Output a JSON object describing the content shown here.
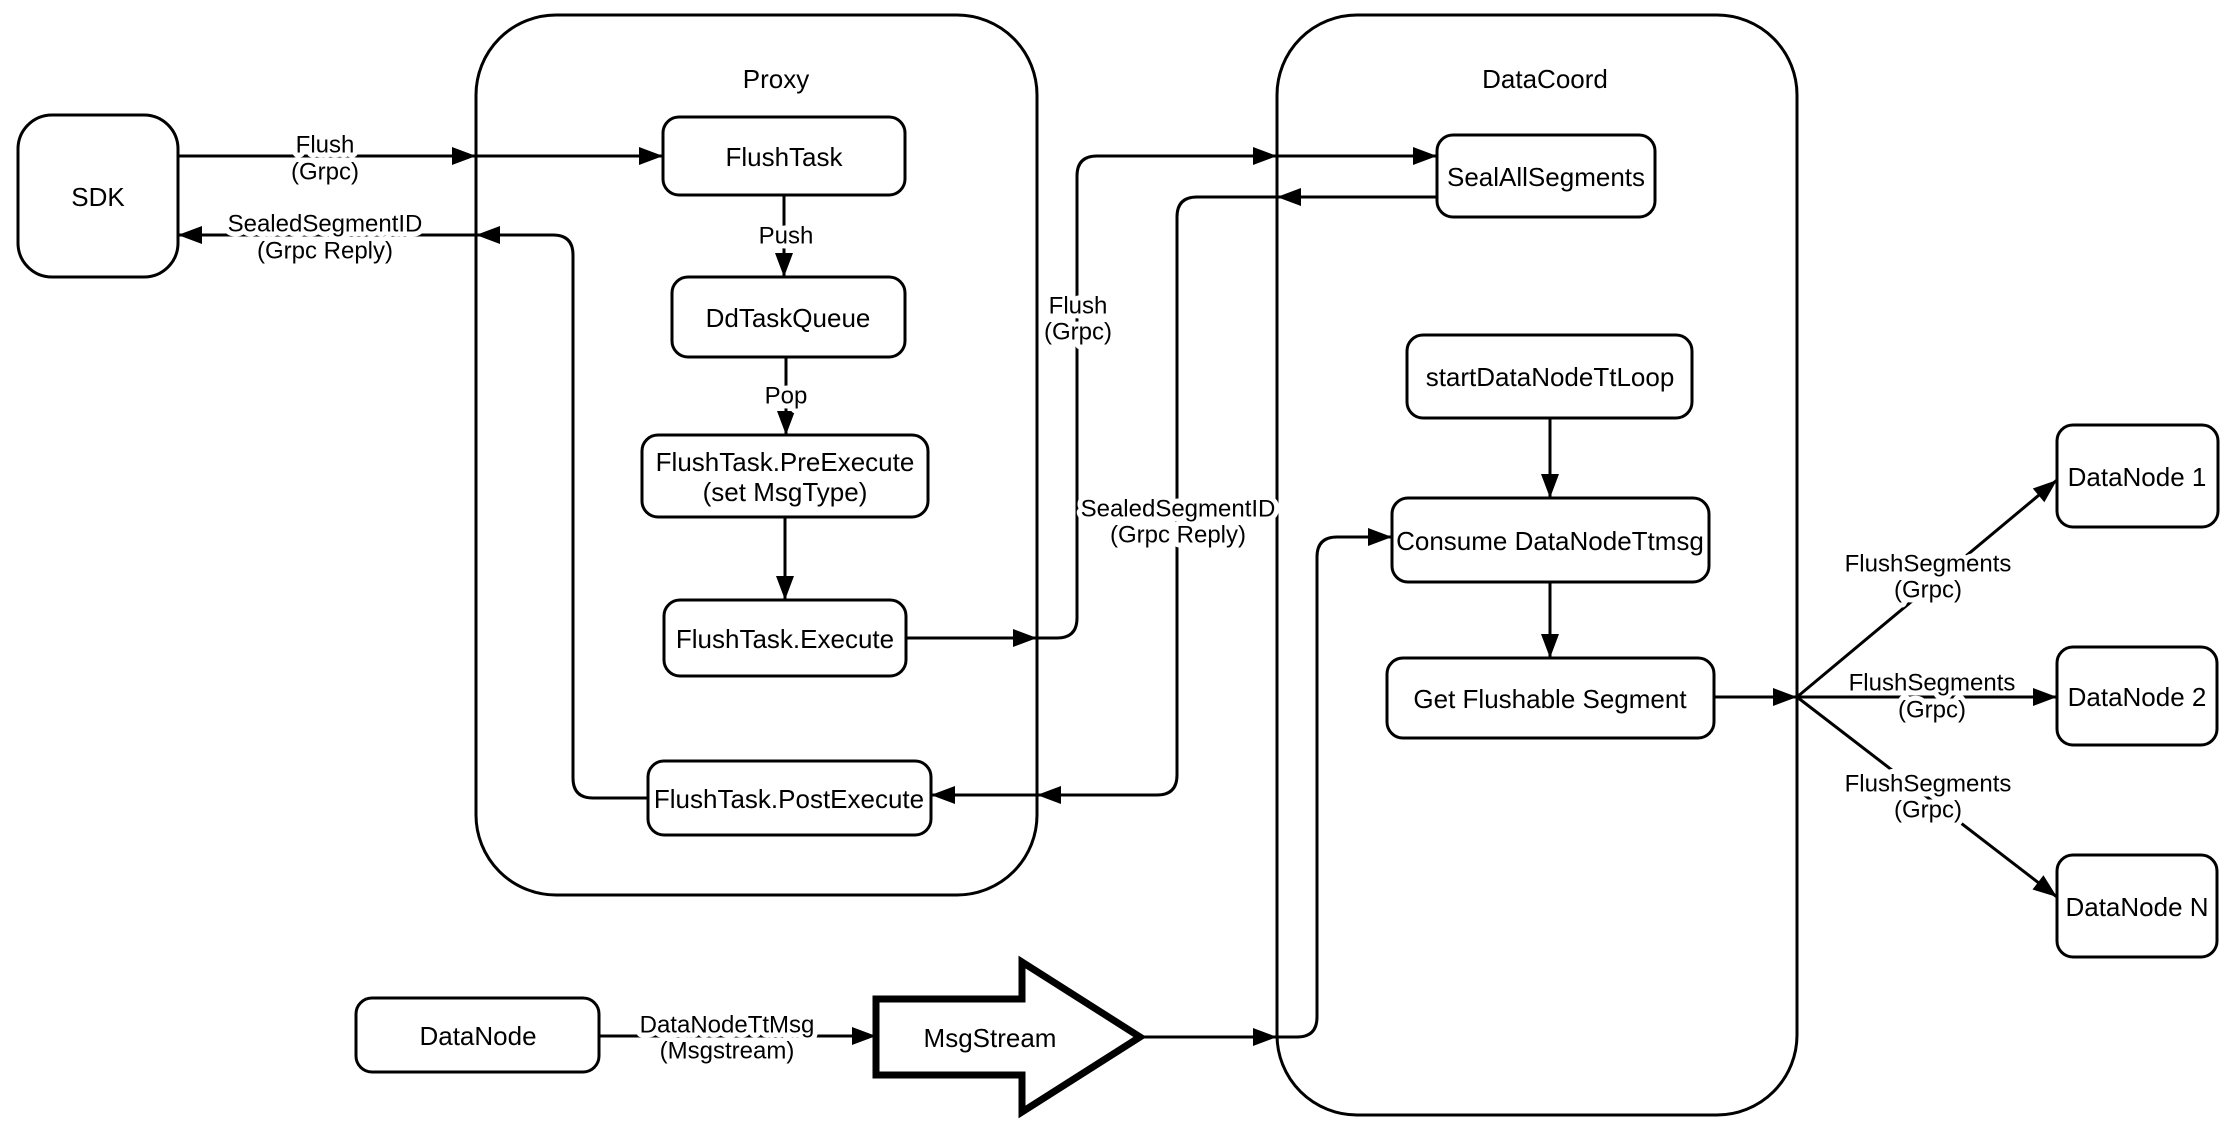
{
  "containers": {
    "proxy": "Proxy",
    "datacoord": "DataCoord"
  },
  "nodes": {
    "sdk": "SDK",
    "flush_task": "FlushTask",
    "dd_task_queue": "DdTaskQueue",
    "pre_execute": {
      "line1": "FlushTask.PreExecute",
      "line2": "(set MsgType)"
    },
    "execute": "FlushTask.Execute",
    "post_execute": "FlushTask.PostExecute",
    "seal_all_segments": "SealAllSegments",
    "start_datanode_tt_loop": "startDataNodeTtLoop",
    "consume_datanode_ttmsg": "Consume DataNodeTtmsg",
    "get_flushable_segment": "Get Flushable Segment",
    "datanode_1": "DataNode 1",
    "datanode_2": "DataNode 2",
    "datanode_n": "DataNode N",
    "datanode": "DataNode",
    "msgstream": "MsgStream"
  },
  "edge_labels": {
    "flush_sdk_proxy": {
      "line1": "Flush",
      "line2": "(Grpc)"
    },
    "sealed_sdk_reply": {
      "line1": "SealedSegmentID",
      "line2": "(Grpc Reply)"
    },
    "push": "Push",
    "pop": "Pop",
    "flush_proxy_datacoord": {
      "line1": "Flush",
      "line2": "(Grpc)"
    },
    "sealed_datacoord_reply": {
      "line1": "SealedSegmentID",
      "line2": "(Grpc Reply)"
    },
    "datanode_ttmsg": {
      "line1": "DataNodeTtMsg",
      "line2": "(Msgstream)"
    },
    "flush_segments_1": {
      "line1": "FlushSegments",
      "line2": "(Grpc)"
    },
    "flush_segments_2": {
      "line1": "FlushSegments",
      "line2": "(Grpc)"
    },
    "flush_segments_3": {
      "line1": "FlushSegments",
      "line2": "(Grpc)"
    }
  },
  "colors": {
    "stroke": "#000000",
    "fill": "#ffffff"
  }
}
